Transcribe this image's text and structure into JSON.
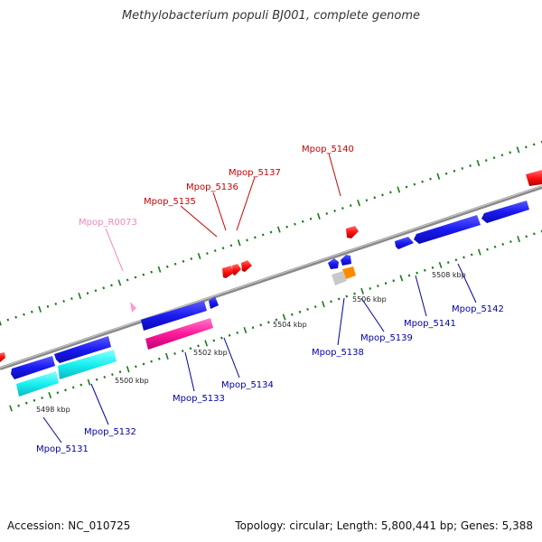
{
  "title": "Methylobacterium populi BJ001, complete genome",
  "footer": {
    "accession": "Accession: NC_010725",
    "summary": "Topology: circular; Length: 5,800,441 bp; Genes: 5,388"
  },
  "colors": {
    "backbone": "#8a8a8a",
    "tick": "#1a7a1a",
    "label_red": "#cc0000",
    "label_pink": "#ee88bb",
    "label_blue": "#0000aa",
    "gene_red": "#ff1010",
    "gene_blue": "#1a1af0",
    "gene_cyan": "#19f0f0",
    "gene_magenta": "#ff1a9a",
    "gene_orange": "#ff8a00",
    "gene_gray": "#bdbdbd",
    "gene_pink": "#ff99cc"
  },
  "scale_labels": [
    "5498 kbp",
    "5500 kbp",
    "5502 kbp",
    "5504 kbp",
    "5506 kbp",
    "5508 kbp"
  ],
  "gene_labels": [
    "Mpop_5140",
    "Mpop_5137",
    "Mpop_5136",
    "Mpop_5135",
    "Mpop_R0073",
    "Mpop_5142",
    "Mpop_5141",
    "Mpop_5139",
    "Mpop_5138",
    "Mpop_5134",
    "Mpop_5133",
    "Mpop_5132",
    "Mpop_5131"
  ]
}
